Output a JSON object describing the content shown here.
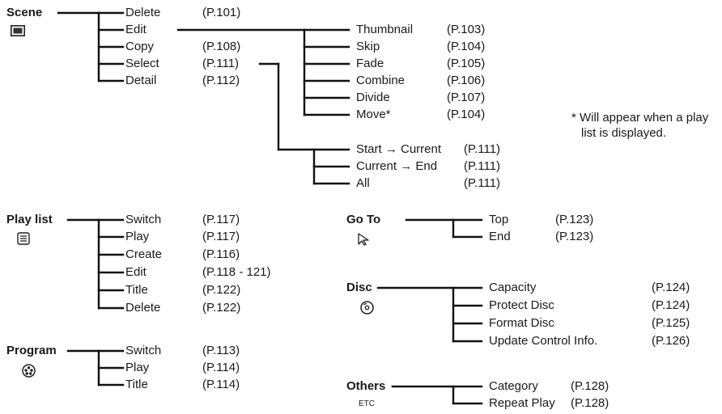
{
  "scene": {
    "title": "Scene",
    "items": [
      {
        "label": "Delete",
        "page": "(P.101)"
      },
      {
        "label": "Edit",
        "page": ""
      },
      {
        "label": "Copy",
        "page": "(P.108)"
      },
      {
        "label": "Select",
        "page": "(P.111)"
      },
      {
        "label": "Detail",
        "page": "(P.112)"
      }
    ],
    "edit_items": [
      {
        "label": "Thumbnail",
        "page": "(P.103)"
      },
      {
        "label": "Skip",
        "page": "(P.104)"
      },
      {
        "label": "Fade",
        "page": "(P.105)"
      },
      {
        "label": "Combine",
        "page": "(P.106)"
      },
      {
        "label": "Divide",
        "page": "(P.107)"
      },
      {
        "label": "Move*",
        "page": "(P.104)"
      }
    ],
    "select_items": [
      {
        "label": "Start → Current",
        "page": "(P.111)"
      },
      {
        "label": "Current → End",
        "page": "(P.111)"
      },
      {
        "label": "All",
        "page": "(P.111)"
      }
    ]
  },
  "note": {
    "line1": "* Will appear when a play",
    "line2": "list is displayed."
  },
  "playlist": {
    "title": "Play list",
    "items": [
      {
        "label": "Switch",
        "page": "(P.117)"
      },
      {
        "label": "Play",
        "page": "(P.117)"
      },
      {
        "label": "Create",
        "page": "(P.116)"
      },
      {
        "label": "Edit",
        "page": "(P.118 - 121)"
      },
      {
        "label": "Title",
        "page": "(P.122)"
      },
      {
        "label": "Delete",
        "page": "(P.122)"
      }
    ]
  },
  "program": {
    "title": "Program",
    "items": [
      {
        "label": "Switch",
        "page": "(P.113)"
      },
      {
        "label": "Play",
        "page": "(P.114)"
      },
      {
        "label": "Title",
        "page": "(P.114)"
      }
    ]
  },
  "goto": {
    "title": "Go To",
    "items": [
      {
        "label": "Top",
        "page": "(P.123)"
      },
      {
        "label": "End",
        "page": "(P.123)"
      }
    ]
  },
  "disc": {
    "title": "Disc",
    "items": [
      {
        "label": "Capacity",
        "page": "(P.124)"
      },
      {
        "label": "Protect Disc",
        "page": "(P.124)"
      },
      {
        "label": "Format Disc",
        "page": "(P.125)"
      },
      {
        "label": "Update Control Info.",
        "page": "(P.126)"
      }
    ]
  },
  "others": {
    "title": "Others",
    "icon_text": "ETC",
    "items": [
      {
        "label": "Category",
        "page": "(P.128)"
      },
      {
        "label": "Repeat Play",
        "page": "(P.128)"
      }
    ]
  },
  "icons": {
    "scene": "scene-screen-icon",
    "playlist": "playlist-icon",
    "program": "program-reel-icon",
    "goto": "goto-pointer-icon",
    "disc": "disc-icon"
  }
}
